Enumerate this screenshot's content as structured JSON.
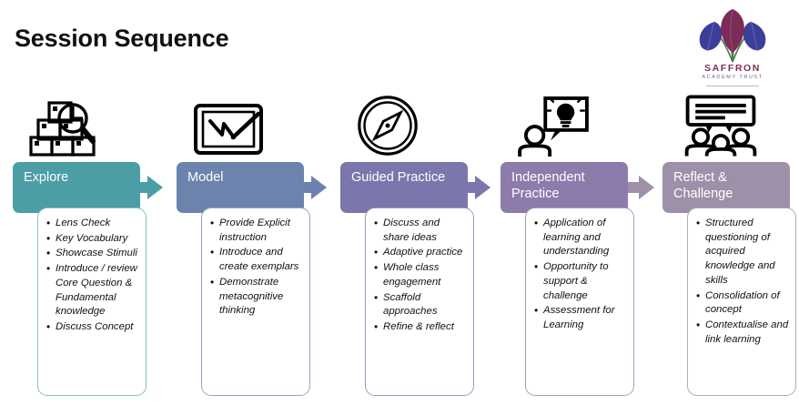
{
  "page_title": "Session Sequence",
  "logo": {
    "name": "SAFFRON",
    "subtitle": "ACADEMY TRUST",
    "petal_center_color": "#7c2c57",
    "petal_side_color": "#3b3f98",
    "stem_color": "#4a7c4e"
  },
  "colors": {
    "explore": "#4b9ea5",
    "model": "#6b83ad",
    "guided_practice": "#7b76ab",
    "independent_practice": "#8c7bab",
    "reflect_challenge": "#9d90a8",
    "arrow_1": "#4b9ea5",
    "arrow_2": "#6b83ad",
    "arrow_3": "#7b76ab",
    "arrow_4": "#8c7bab",
    "card_border_explore": "#86c0c4",
    "card_border_model": "#93a4c6",
    "card_border_guided": "#9b97c2",
    "card_border_independent": "#a89cc2",
    "card_border_reflect": "#b2a8bc",
    "title_color": "#111111",
    "background": "#ffffff"
  },
  "stages": [
    {
      "label": "Explore",
      "icon": "boxes-magnifier-icon",
      "bullets": [
        "Lens Check",
        "Key Vocabulary",
        "Showcase Stimuli",
        "Introduce / review Core Question & Fundamental knowledge",
        "Discuss Concept"
      ]
    },
    {
      "label": "Model",
      "icon": "whiteboard-pen-icon",
      "bullets": [
        "Provide Explicit instruction",
        "Introduce and create exemplars",
        "Demonstrate metacognitive thinking"
      ]
    },
    {
      "label": "Guided Practice",
      "icon": "compass-icon",
      "bullets": [
        "Discuss and share ideas",
        "Adaptive practice",
        "Whole class engagement",
        "Scaffold approaches",
        "Refine & reflect"
      ]
    },
    {
      "label": "Independent Practice",
      "icon": "person-idea-bubble-icon",
      "bullets": [
        "Application of learning and understanding",
        "Opportunity to support & challenge",
        "Assessment for Learning"
      ]
    },
    {
      "label": "Reflect & Challenge",
      "icon": "group-discussion-icon",
      "bullets": [
        "Structured questioning of acquired knowledge and skills",
        "Consolidation of concept",
        "Contextualise and link learning"
      ]
    }
  ],
  "arrows": [
    {
      "name": "arrow-explore-to-model"
    },
    {
      "name": "arrow-model-to-guided"
    },
    {
      "name": "arrow-guided-to-independent"
    },
    {
      "name": "arrow-independent-to-reflect"
    }
  ]
}
